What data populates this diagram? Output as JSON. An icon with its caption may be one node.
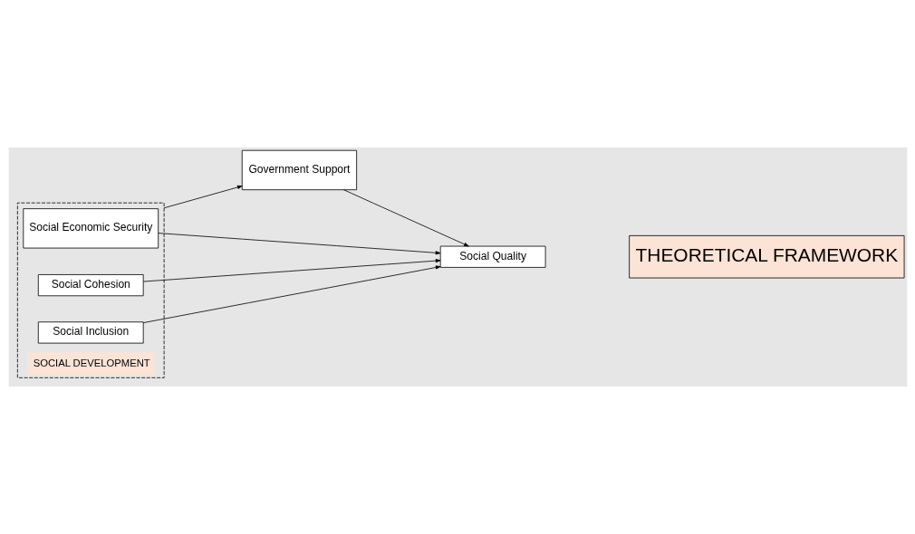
{
  "diagram": {
    "nodes": [
      {
        "text": [
          "SOCIAL DEVELOPMENT"
        ]
      },
      {
        "text": [
          "Social Economic Security"
        ],
        "in": 0
      },
      {
        "text": [
          "Social Cohesion"
        ],
        "in": 0
      },
      {
        "text": [
          "Social Inclusion"
        ],
        "in": 0
      },
      {
        "text": [
          "Government Support"
        ]
      },
      {
        "text": [
          "Social Quality"
        ]
      },
      {
        "text": [
          "THEORETICAL FRAMEWORK"
        ]
      }
    ],
    "edges": [
      {
        "from": 0,
        "to": 4,
        "arrow": "to"
      },
      {
        "from": 4,
        "to": 5,
        "arrow": "to"
      },
      {
        "from": 1,
        "to": 5,
        "arrow": "to"
      },
      {
        "from": 2,
        "to": 5,
        "arrow": "to"
      },
      {
        "from": 3,
        "to": 5,
        "arrow": "to"
      }
    ]
  }
}
